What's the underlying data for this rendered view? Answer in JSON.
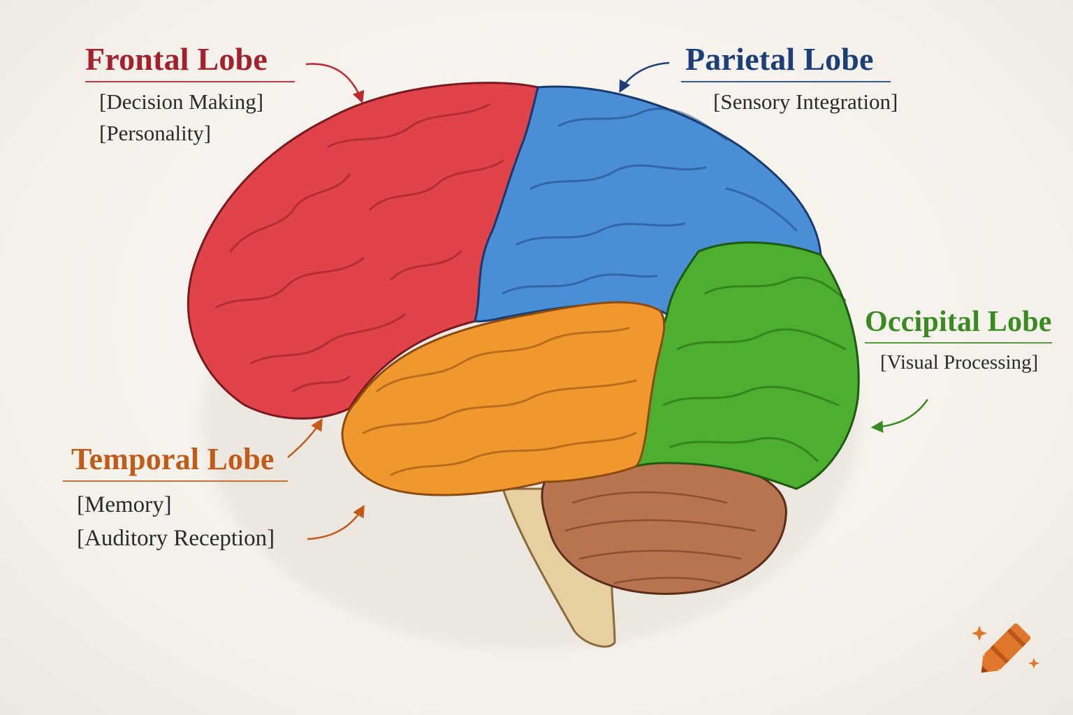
{
  "lobes": {
    "frontal": {
      "title": "Frontal Lobe",
      "color": "#a3202c",
      "region": "#e0434a",
      "functions": [
        "[Decision Making]",
        "[Personality]"
      ]
    },
    "parietal": {
      "title": "Parietal Lobe",
      "color": "#1d3f78",
      "region": "#4a8fd6",
      "functions": [
        "[Sensory Integration]"
      ]
    },
    "occipital": {
      "title": "Occipital Lobe",
      "color": "#3a8a22",
      "region": "#4caf2f",
      "functions": [
        "[Visual Processing]"
      ]
    },
    "temporal": {
      "title": "Temporal Lobe",
      "color": "#c25a1a",
      "region": "#f0982e",
      "functions": [
        "[Memory]",
        "[Auditory Reception]"
      ]
    }
  },
  "structures": {
    "cerebellum_color": "#b87350",
    "brainstem_color": "#e6cfa0"
  },
  "icons": {
    "logo": "crayon-icon",
    "logo_color": "#e0762a"
  }
}
